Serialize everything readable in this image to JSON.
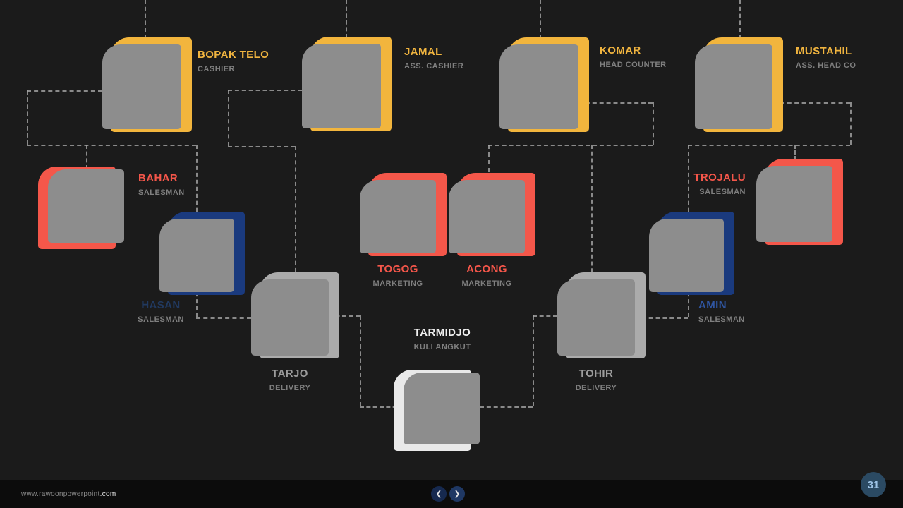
{
  "slide": {
    "page_number": "31",
    "footer": {
      "url_base": "www.rawoonpowerpoint",
      "url_tld": ".com"
    }
  },
  "icons": {
    "chevron_left": "❮",
    "chevron_right": "❯"
  },
  "colors": {
    "background": "#1B1B1B",
    "photo_gray": "#8D8D8D",
    "connector_gray": "#A6A6A6",
    "accent_yellow": "#F2B53D",
    "accent_red": "#F4574A",
    "accent_navy": "#1A3A7E",
    "accent_gray": "#ABABAB",
    "accent_white": "#E9E9E9",
    "role_text": "#7F7F7F"
  },
  "nodes": [
    {
      "id": "bopak-telo",
      "name": "BOPAK TELO",
      "role": "CASHIER",
      "accent": "#F2B53D"
    },
    {
      "id": "jamal",
      "name": "JAMAL",
      "role": "ASS. CASHIER",
      "accent": "#F2B53D"
    },
    {
      "id": "komar",
      "name": "KOMAR",
      "role": "HEAD COUNTER",
      "accent": "#F2B53D"
    },
    {
      "id": "mustahil",
      "name": "MUSTAHIL",
      "role": "ASS. HEAD CO",
      "accent": "#F2B53D"
    },
    {
      "id": "bahar",
      "name": "BAHAR",
      "role": "SALESMAN",
      "accent": "#F4574A"
    },
    {
      "id": "trojalu",
      "name": "TROJALU",
      "role": "SALESMAN",
      "accent": "#F4574A"
    },
    {
      "id": "togog",
      "name": "TOGOG",
      "role": "MARKETING",
      "accent": "#F4574A"
    },
    {
      "id": "acong",
      "name": "ACONG",
      "role": "MARKETING",
      "accent": "#F4574A"
    },
    {
      "id": "hasan",
      "name": "HASAN",
      "role": "SALESMAN",
      "accent": "#1A3A7E"
    },
    {
      "id": "amin",
      "name": "AMIN",
      "role": "SALESMAN",
      "accent": "#1A3A7E"
    },
    {
      "id": "tarjo",
      "name": "TARJO",
      "role": "DELIVERY",
      "accent": "#ABABAB"
    },
    {
      "id": "tohir",
      "name": "TOHIR",
      "role": "DELIVERY",
      "accent": "#ABABAB"
    },
    {
      "id": "tarmidjo",
      "name": "TARMIDJO",
      "role": "KULI ANGKUT",
      "accent": "#E9E9E9"
    }
  ]
}
